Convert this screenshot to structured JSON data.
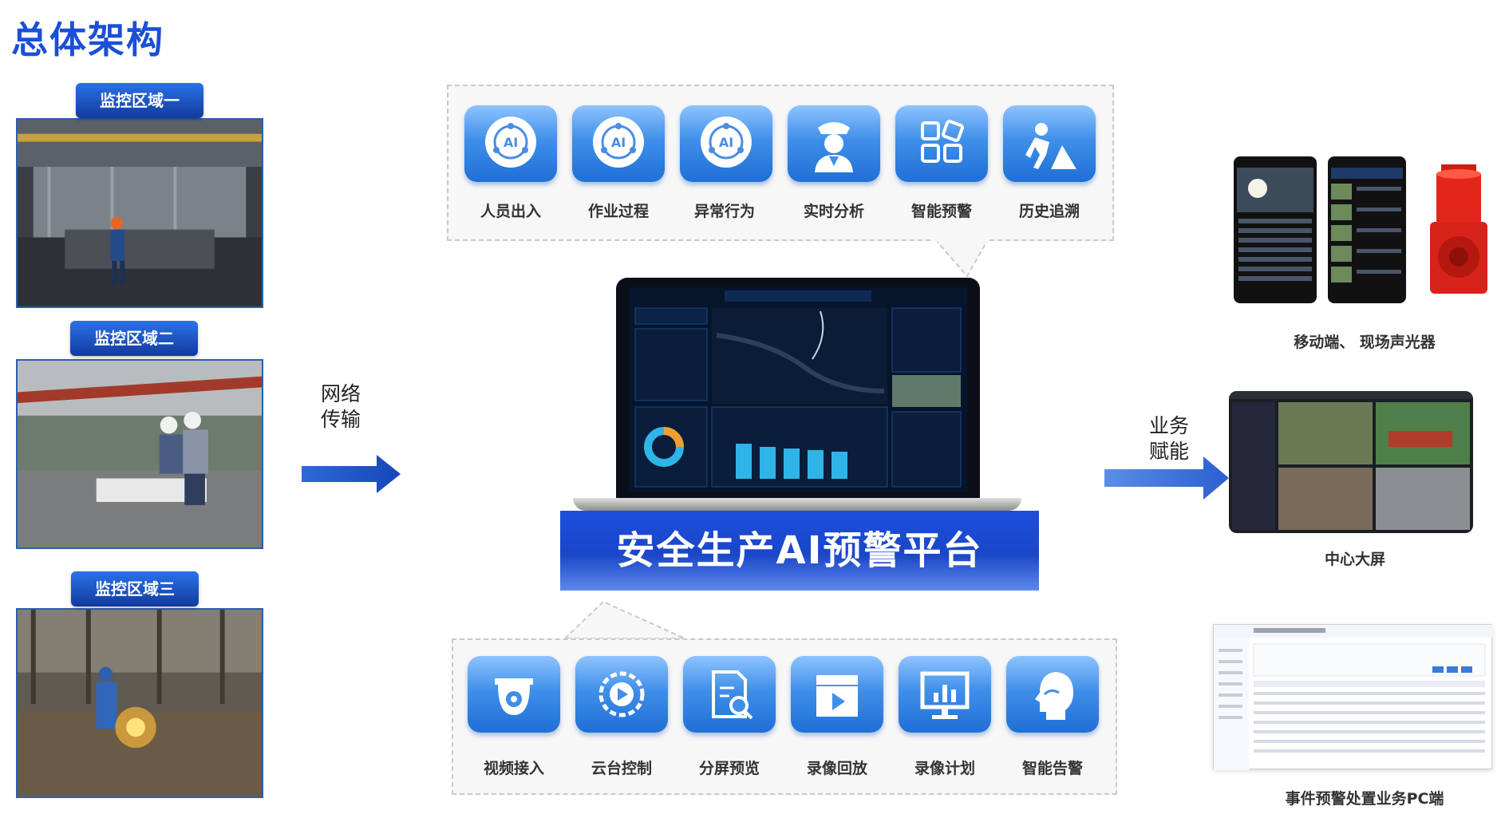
{
  "title": "总体架构",
  "zones": [
    {
      "label": "监控区域一"
    },
    {
      "label": "监控区域二"
    },
    {
      "label": "监控区域三"
    }
  ],
  "arrows": {
    "left_caption_line1": "网络",
    "left_caption_line2": "传输",
    "right_caption_line1": "业务",
    "right_caption_line2": "赋能"
  },
  "top_modules": [
    {
      "label": "人员出入",
      "icon": "ai-icon"
    },
    {
      "label": "作业过程",
      "icon": "ai-icon"
    },
    {
      "label": "异常行为",
      "icon": "ai-icon"
    },
    {
      "label": "实时分析",
      "icon": "officer-icon"
    },
    {
      "label": "智能预警",
      "icon": "grid-icon"
    },
    {
      "label": "历史追溯",
      "icon": "worker-icon"
    }
  ],
  "bottom_modules": [
    {
      "label": "视频接入",
      "icon": "dome-camera-icon"
    },
    {
      "label": "云台控制",
      "icon": "gear-play-icon"
    },
    {
      "label": "分屏预览",
      "icon": "document-search-icon"
    },
    {
      "label": "录像回放",
      "icon": "clapper-icon"
    },
    {
      "label": "录像计划",
      "icon": "monitor-chart-icon"
    },
    {
      "label": "智能告警",
      "icon": "head-icon"
    }
  ],
  "platform_name": "安全生产AI预警平台",
  "outputs": [
    {
      "label": "移动端、 现场声光器"
    },
    {
      "label": "中心大屏"
    },
    {
      "label": "事件预警处置业务PC端"
    }
  ],
  "colors": {
    "accent": "#1a4fd6",
    "banner": "#1d4fdc",
    "tile": "#3f8fe9"
  }
}
